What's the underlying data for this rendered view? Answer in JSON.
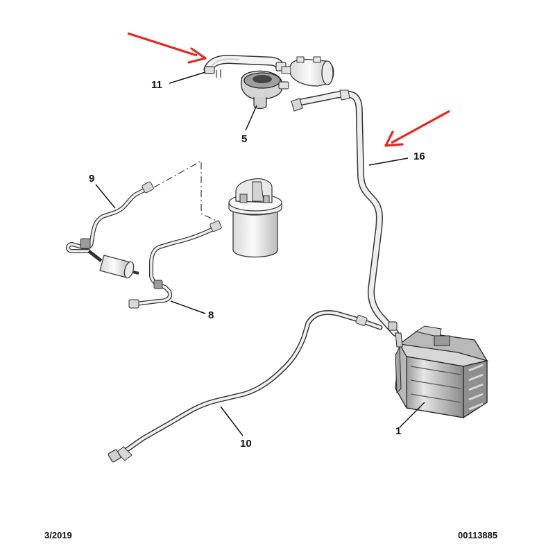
{
  "callouts": {
    "c1": "1",
    "c5": "5",
    "c8": "8",
    "c9": "9",
    "c10": "10",
    "c11": "11",
    "c16": "16"
  },
  "footer": {
    "date": "3/2019",
    "reference": "00113885"
  },
  "colors": {
    "arrow": "#e8261c",
    "line": "#1a1a1a",
    "part_fill": "#f2f2f2",
    "part_shade": "#bdbdbd"
  },
  "icons": {
    "arrow_top": "red-arrow-icon",
    "arrow_right": "red-arrow-icon"
  }
}
